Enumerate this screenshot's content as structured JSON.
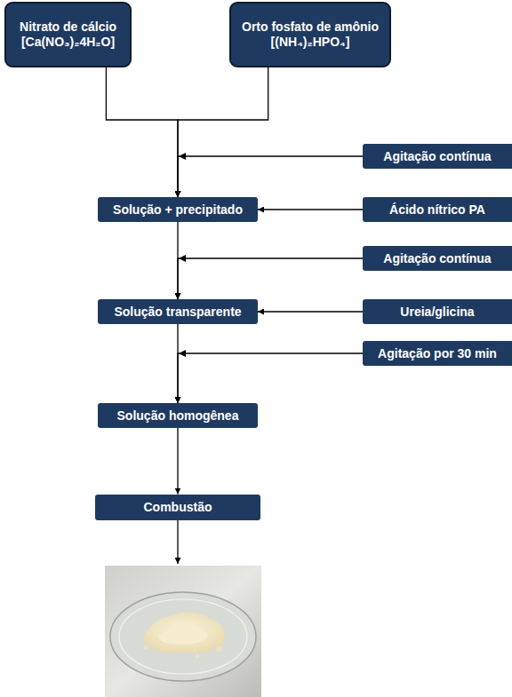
{
  "diagram": {
    "nodes": [
      {
        "text": [
          "Nitrato de cálcio",
          "[Ca(NO₃)₂4H₂O]"
        ]
      },
      {
        "text": [
          "Orto fosfato de amônio",
          "[(NH₄)₂HPO₄]"
        ]
      },
      {
        "text": [
          "Agitação contínua"
        ]
      },
      {
        "text": [
          "Solução + precipitado"
        ]
      },
      {
        "text": [
          "Ácido nítrico PA"
        ]
      },
      {
        "text": [
          "Agitação contínua"
        ]
      },
      {
        "text": [
          "Solução transparente"
        ]
      },
      {
        "text": [
          "Ureia/glicina"
        ]
      },
      {
        "text": [
          "Agitação por 30 min"
        ]
      },
      {
        "text": [
          "Solução homogênea"
        ]
      },
      {
        "text": [
          "Combustão"
        ]
      }
    ],
    "edges": [
      {
        "from": 0,
        "to": 3,
        "arrow": "to"
      },
      {
        "from": 1,
        "to": 3,
        "arrow": "to"
      },
      {
        "from": 2,
        "to": 3,
        "arrow": "to"
      },
      {
        "from": 4,
        "to": 3,
        "arrow": "to"
      },
      {
        "from": 3,
        "to": 6,
        "arrow": "to"
      },
      {
        "from": 5,
        "to": 6,
        "arrow": "to"
      },
      {
        "from": 7,
        "to": 6,
        "arrow": "to"
      },
      {
        "from": 6,
        "to": 9,
        "arrow": "to"
      },
      {
        "from": 8,
        "to": 9,
        "arrow": "to"
      },
      {
        "from": 9,
        "to": 10,
        "arrow": "to"
      }
    ]
  }
}
